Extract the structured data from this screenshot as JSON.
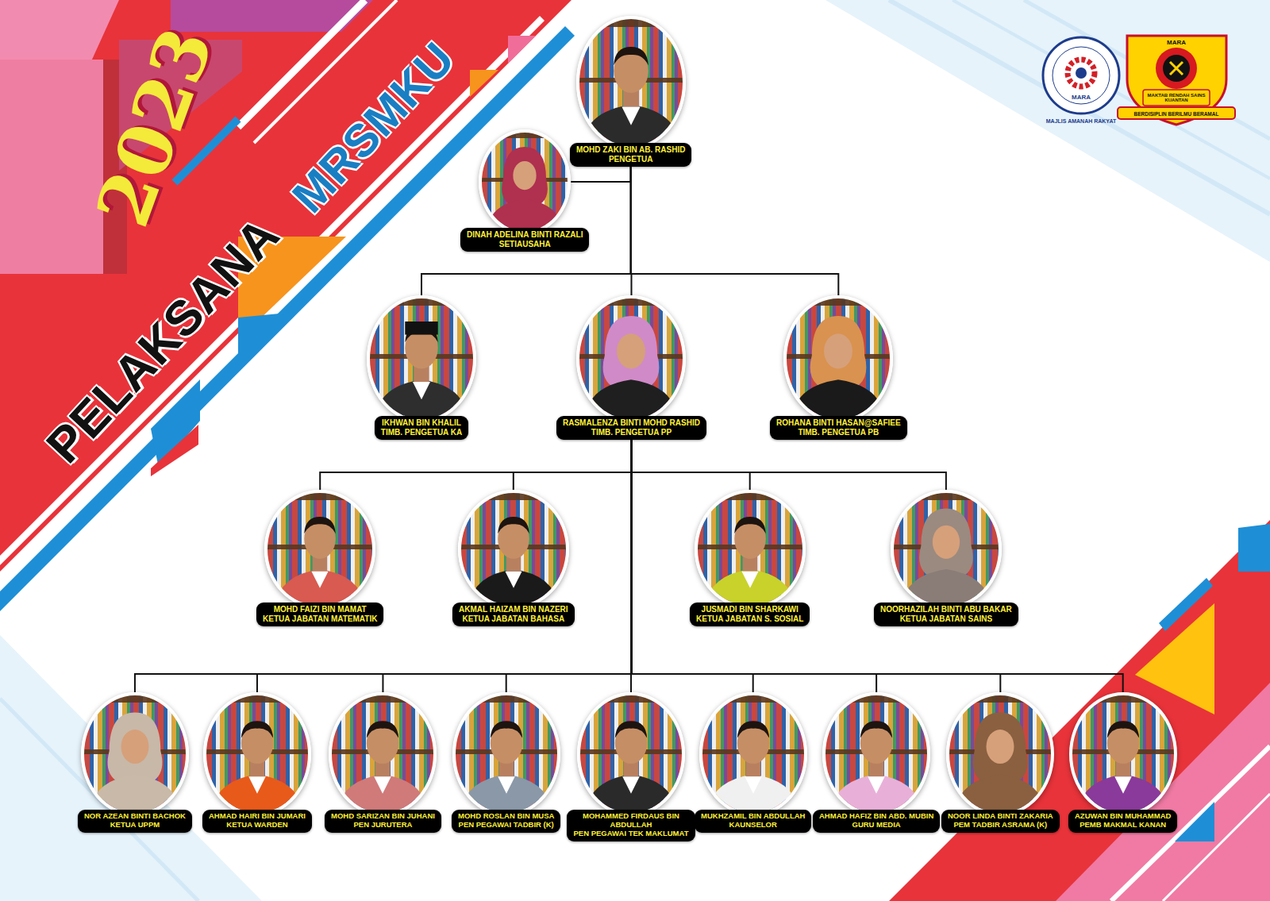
{
  "diagram": {
    "title": "PELAKSANA",
    "nodes": [
      {
        "text": [
          "MOHD ZAKI BIN AB. RASHID",
          "PENGETUA"
        ]
      },
      {
        "text": [
          "DINAH ADELINA BINTI RAZALI",
          "SETIAUSAHA"
        ]
      },
      {
        "text": [
          "IKHWAN BIN KHALIL",
          "TIMB. PENGETUA KA"
        ]
      },
      {
        "text": [
          "RASMALENZA BINTI MOHD RASHID",
          "TIMB. PENGETUA PP"
        ]
      },
      {
        "text": [
          "ROHANA BINTI HASAN@SAFIEE",
          "TIMB. PENGETUA PB"
        ]
      },
      {
        "text": [
          "MOHD FAIZI BIN MAMAT",
          "KETUA JABATAN MATEMATIK"
        ]
      },
      {
        "text": [
          "AKMAL HAIZAM BIN NAZERI",
          "KETUA JABATAN BAHASA"
        ]
      },
      {
        "text": [
          "JUSMADI BIN SHARKAWI",
          "KETUA JABATAN S. SOSIAL"
        ]
      },
      {
        "text": [
          "NOORHAZILAH BINTI ABU BAKAR",
          "KETUA JABATAN SAINS"
        ]
      },
      {
        "text": [
          "NOR AZEAN BINTI BACHOK",
          "KETUA UPPM"
        ]
      },
      {
        "text": [
          "AHMAD HAIRI BIN JUMARI",
          "KETUA WARDEN"
        ]
      },
      {
        "text": [
          "MOHD SARIZAN BIN JUHANI",
          "PEN JURUTERA"
        ]
      },
      {
        "text": [
          "MOHD ROSLAN BIN MUSA",
          "PEN PEGAWAI TADBIR (K)"
        ]
      },
      {
        "text": [
          "MOHAMMED FIRDAUS BIN ABDULLAH",
          "PEN PEGAWAI TEK MAKLUMAT"
        ]
      },
      {
        "text": [
          "MUKHZAMIL BIN ABDULLAH",
          "KAUNSELOR"
        ]
      },
      {
        "text": [
          "AHMAD HAFIZ BIN ABD. MUBIN",
          "GURU MEDIA"
        ]
      },
      {
        "text": [
          "NOOR LINDA BINTI ZAKARIA",
          "PEM TADBIR ASRAMA (K)"
        ]
      },
      {
        "text": [
          "AZUWAN BIN MUHAMMAD",
          "PEMB MAKMAL KANAN"
        ]
      }
    ],
    "edges": [
      {
        "from": 0,
        "to": 1,
        "arrow": "none"
      },
      {
        "from": 0,
        "to": 2,
        "arrow": "none"
      },
      {
        "from": 0,
        "to": 3,
        "arrow": "none"
      },
      {
        "from": 0,
        "to": 4,
        "arrow": "none"
      },
      {
        "from": 3,
        "to": 5,
        "arrow": "none"
      },
      {
        "from": 3,
        "to": 6,
        "arrow": "none"
      },
      {
        "from": 3,
        "to": 7,
        "arrow": "none"
      },
      {
        "from": 3,
        "to": 8,
        "arrow": "none"
      },
      {
        "from": 3,
        "to": 9,
        "arrow": "none"
      },
      {
        "from": 3,
        "to": 10,
        "arrow": "none"
      },
      {
        "from": 3,
        "to": 11,
        "arrow": "none"
      },
      {
        "from": 3,
        "to": 12,
        "arrow": "none"
      },
      {
        "from": 3,
        "to": 13,
        "arrow": "none"
      },
      {
        "from": 3,
        "to": 14,
        "arrow": "none"
      },
      {
        "from": 3,
        "to": 15,
        "arrow": "none"
      },
      {
        "from": 3,
        "to": 16,
        "arrow": "none"
      },
      {
        "from": 3,
        "to": 17,
        "arrow": "none"
      }
    ],
    "labels": [
      "2023",
      "MRSMKU",
      "MAJLIS AMANAH RAKYAT",
      "MARA",
      "MARA",
      "MAKTAB RENDAH SAINS KUANTAN",
      "BERDISIPLIN BERILMU BERAMAL"
    ]
  }
}
